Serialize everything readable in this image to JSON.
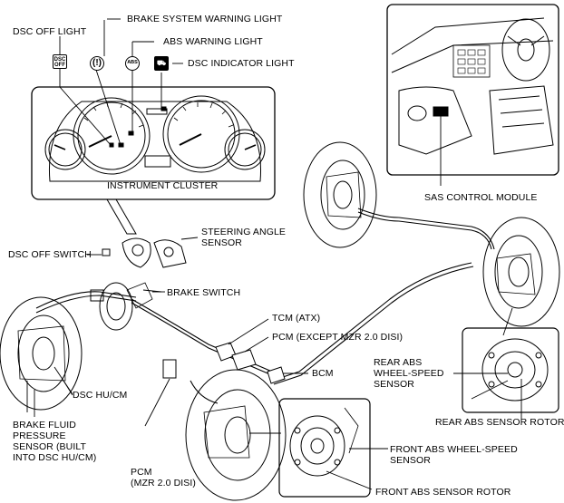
{
  "labels": {
    "dsc_off_light": "DSC OFF LIGHT",
    "brake_system_warning_light": "BRAKE SYSTEM WARNING LIGHT",
    "abs_warning_light": "ABS WARNING LIGHT",
    "dsc_indicator_light": "DSC INDICATOR LIGHT",
    "instrument_cluster": "INSTRUMENT CLUSTER",
    "sas_control_module": "SAS CONTROL MODULE",
    "steering_angle_sensor": "STEERING ANGLE\nSENSOR",
    "dsc_off_switch": "DSC OFF SWITCH",
    "brake_switch": "BRAKE SWITCH",
    "tcm": "TCM (ATX)",
    "pcm_except": "PCM (EXCEPT MZR 2.0 DISI)",
    "bcm": "BCM",
    "dsc_hu_cm": "DSC HU/CM",
    "brake_fluid_pressure_sensor": "BRAKE FLUID\nPRESSURE\nSENSOR (BUILT\nINTO DSC HU/CM)",
    "pcm_mzr": "PCM\n(MZR 2.0 DISI)",
    "rear_abs_wheel_speed_sensor": "REAR ABS\nWHEEL-SPEED\nSENSOR",
    "rear_abs_sensor_rotor": "REAR ABS SENSOR ROTOR",
    "front_abs_wheel_speed_sensor": "FRONT ABS WHEEL-SPEED\nSENSOR",
    "front_abs_sensor_rotor": "FRONT ABS SENSOR ROTOR"
  },
  "icons": {
    "dsc_off": "DSC\nOFF",
    "abs": "ABS"
  }
}
